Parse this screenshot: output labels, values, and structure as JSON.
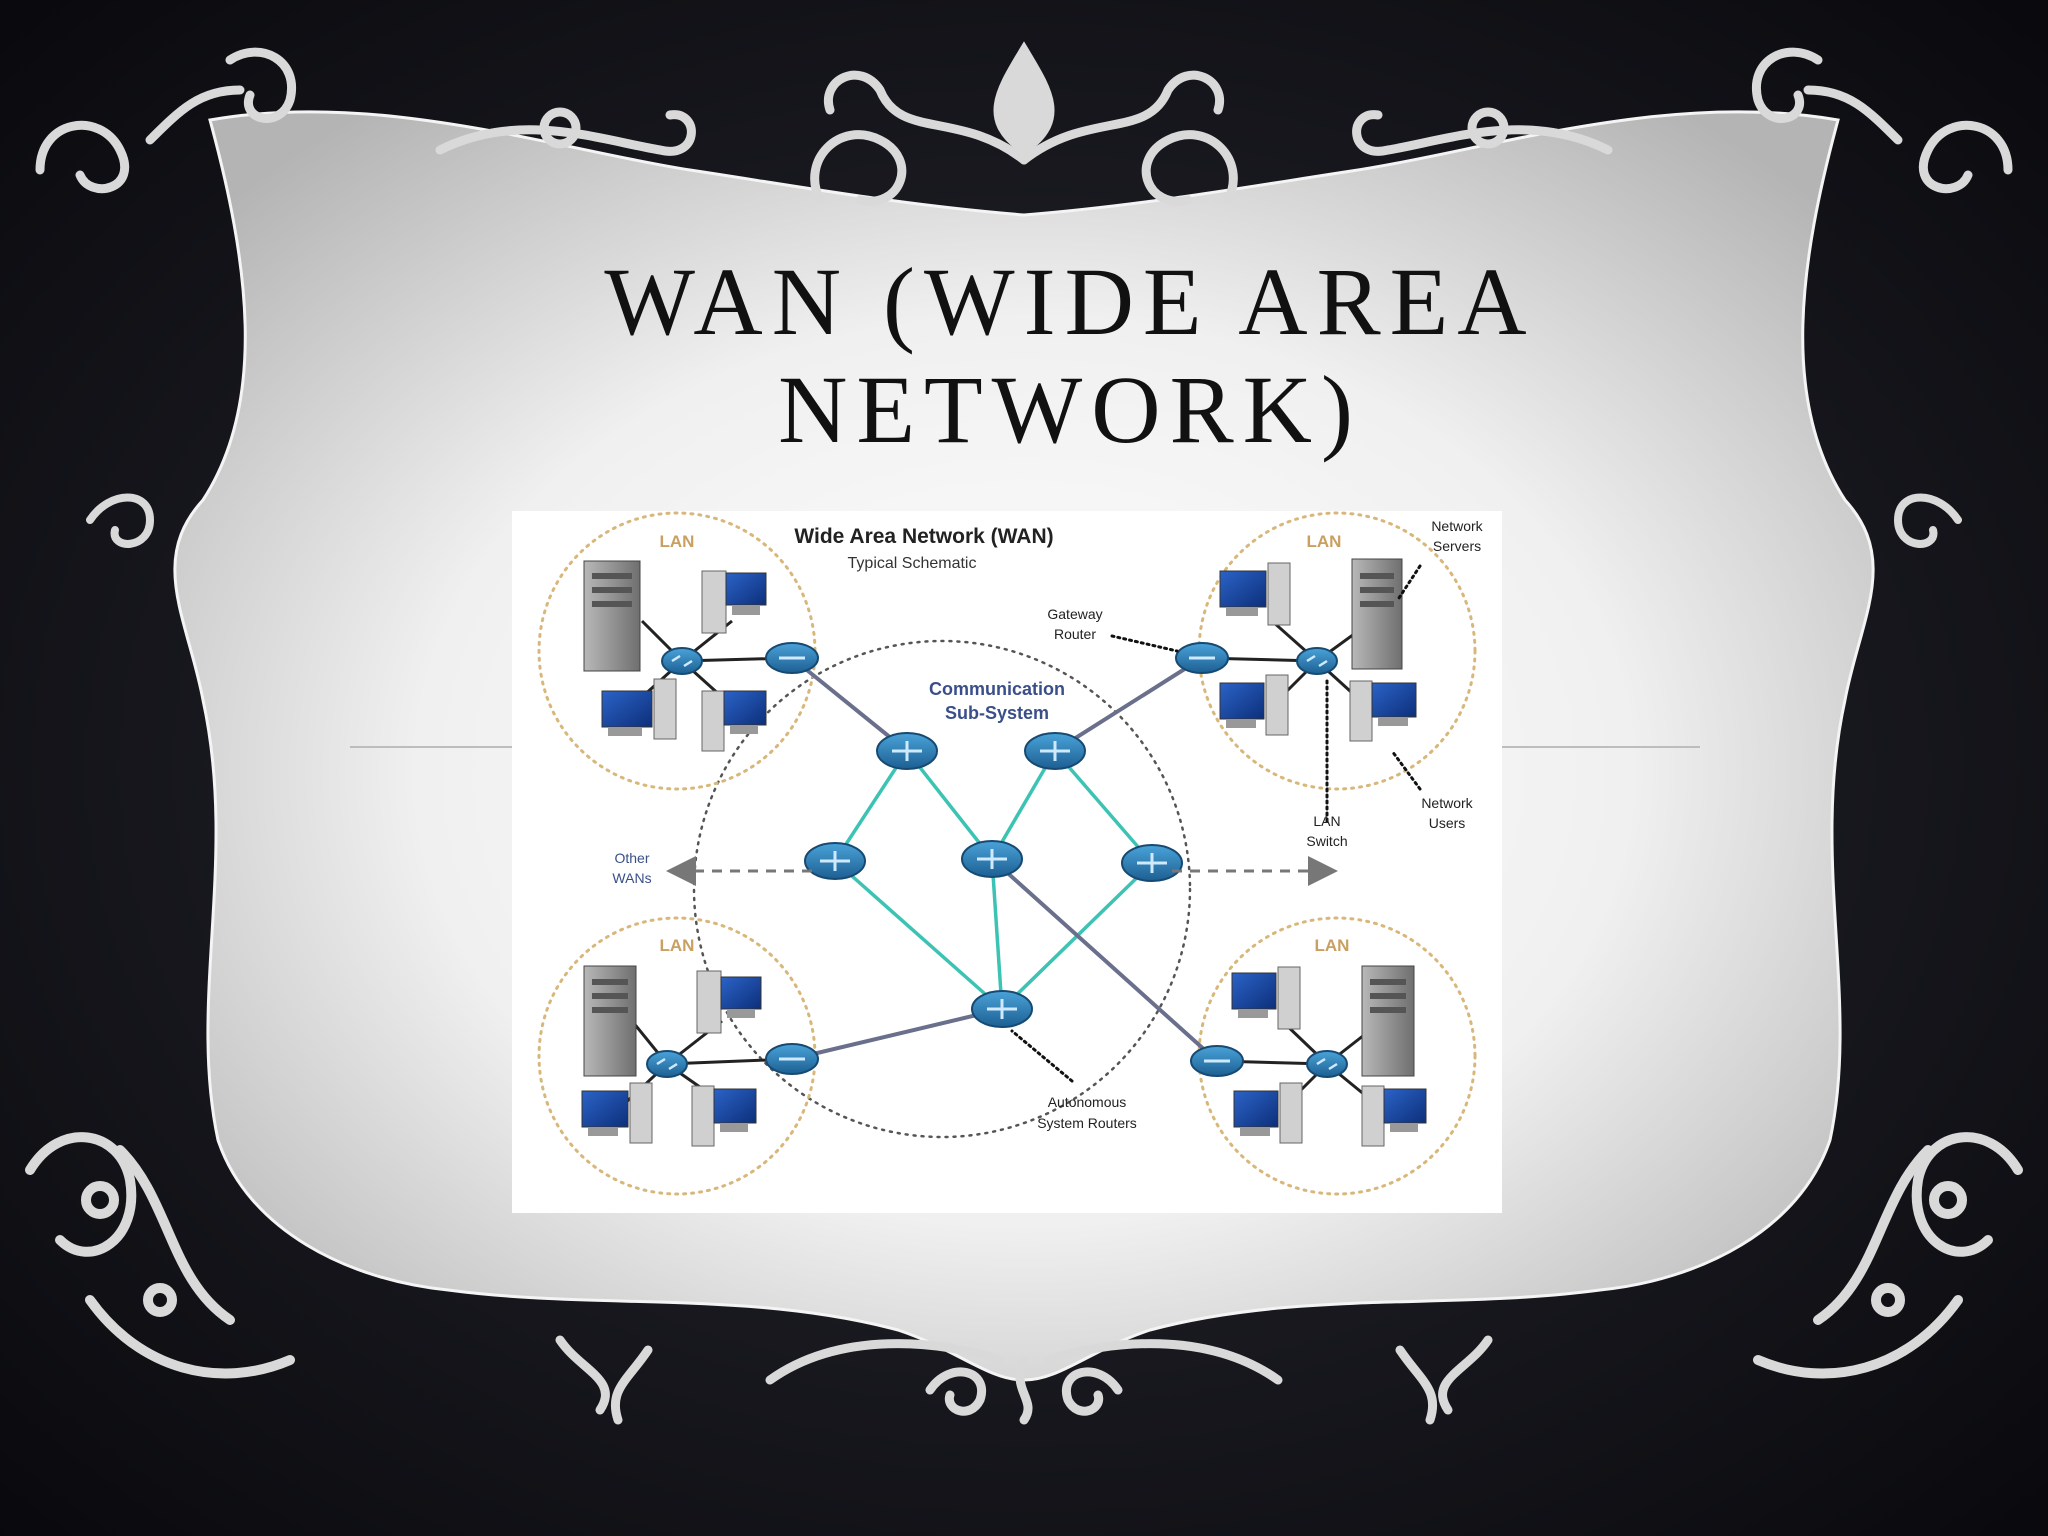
{
  "slide": {
    "title_line1": "WAN (WIDE AREA",
    "title_line2": "NETWORK)"
  },
  "diagram": {
    "heading": "Wide Area Network (WAN)",
    "subheading": "Typical Schematic",
    "lan_label": "LAN",
    "comm_line1": "Communication",
    "comm_line2": "Sub-System",
    "gateway_line1": "Gateway",
    "gateway_line2": "Router",
    "servers_line1": "Network",
    "servers_line2": "Servers",
    "users_line1": "Network",
    "users_line2": "Users",
    "switch_line1": "LAN",
    "switch_line2": "Switch",
    "other_line1": "Other",
    "other_line2": "WANs",
    "auto_line1": "Autonomous",
    "auto_line2": "System Routers"
  },
  "colors": {
    "page_background": "#0d0d12",
    "frame": "#e6e6e6",
    "ornament": "#d9d9d9",
    "router": "#2d7fb8",
    "link_teal": "#3cc3b3",
    "link_gray": "#6a6f8c",
    "lan_ring": "#d8b77a",
    "label_blue": "#3a4f8a"
  }
}
